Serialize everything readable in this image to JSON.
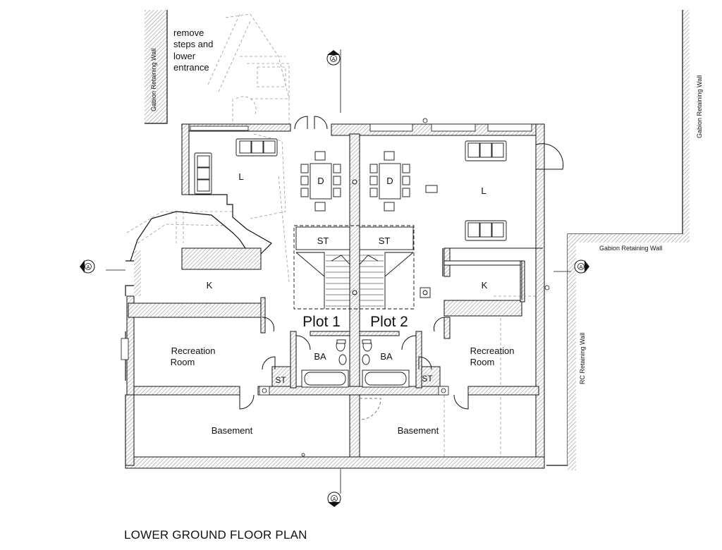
{
  "title": "LOWER GROUND FLOOR PLAN",
  "note": [
    "remove",
    "steps and",
    "lower",
    "entrance"
  ],
  "boundary_labels": {
    "gabion_left": "Gabion Retaining Wall",
    "gabion_right_vertical": "Gabion Retaining Wall",
    "gabion_right_horizontal": "Gabion Retaining Wall",
    "rc_wall": "RC Retaining Wall"
  },
  "plots": {
    "plot1": {
      "name": "Plot 1",
      "rooms": {
        "living": "L",
        "dining": "D",
        "stairs": "ST",
        "kitchen": "K",
        "recreation": [
          "Recreation",
          "Room"
        ],
        "bathroom": "BA",
        "store": "ST",
        "basement": "Basement"
      }
    },
    "plot2": {
      "name": "Plot 2",
      "rooms": {
        "living": "L",
        "dining": "D",
        "stairs": "ST",
        "kitchen": "K",
        "recreation": [
          "Recreation",
          "Room"
        ],
        "bathroom": "BA",
        "store": "ST",
        "basement": "Basement"
      }
    }
  },
  "section_marker_letter": "A"
}
